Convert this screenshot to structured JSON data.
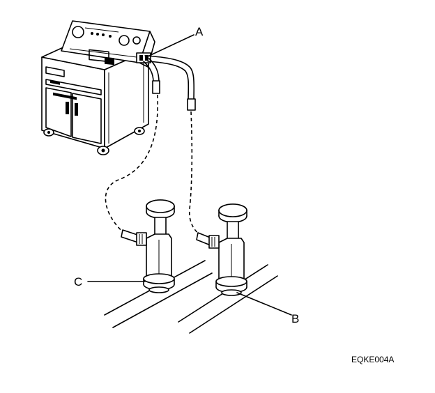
{
  "labels": {
    "a": "A",
    "b": "B",
    "c": "C"
  },
  "figure_code": "EQKE004A",
  "colors": {
    "ink": "#000000",
    "paper": "#ffffff"
  }
}
